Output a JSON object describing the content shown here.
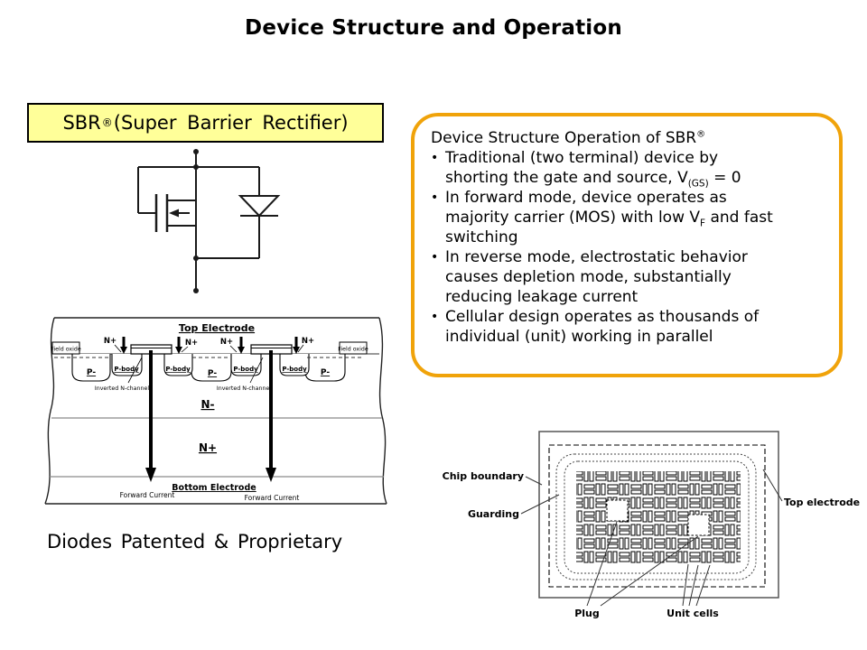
{
  "title": "Device Structure and Operation",
  "sbr_box": {
    "name": "SBR",
    "reg": "®",
    "descriptor": "(Super Barrier Rectifier)"
  },
  "info_box": {
    "border_color": "#F0A30A",
    "bullet_char": "•",
    "heading": {
      "pre": "Device Structure Operation of SBR",
      "sup": "®"
    },
    "bullet1": {
      "pre": "Traditional (two terminal) device by\nshorting the gate and source, V",
      "sub": "(GS)",
      "post": " = 0"
    },
    "bullet2": {
      "pre": "In forward mode, device operates as\nmajority carrier (MOS) with low V",
      "sub": "F",
      "post": " and fast\nswitching"
    },
    "bullet3": {
      "text": "In reverse mode, electrostatic behavior\ncauses depletion mode, substantially\nreducing leakage current"
    },
    "bullet4": {
      "text": "Cellular design operates as thousands of\nindividual (unit) working in parallel"
    }
  },
  "patent_note": "Diodes Patented & Proprietary",
  "colors": {
    "highlight_yellow": "#FFFF99",
    "accent_orange": "#F0A30A"
  },
  "cross_section": {
    "top_electrode": "Top Electrode",
    "field_oxide": "Field oxide",
    "n_plus_contact": "N+",
    "p_minus_well": "P-",
    "p_body": "P-body",
    "inverted_n_channel": "Inverted N-channel",
    "n_minus_epi": "N-",
    "n_plus_substrate": "N+",
    "bottom_electrode": "Bottom Electrode",
    "forward_current": "Forward Current"
  },
  "chip_diagram": {
    "chip_boundary": "Chip boundary",
    "guarding": "Guarding",
    "top_electrode": "Top electrode",
    "plug": "Plug",
    "unit_cells": "Unit cells"
  }
}
